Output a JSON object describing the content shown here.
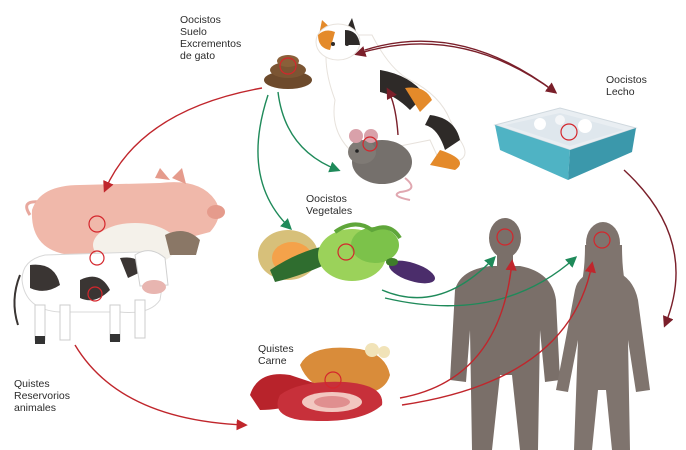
{
  "labels": {
    "cat_feces": [
      "Oocistos",
      "Suelo",
      "Excrementos",
      "de gato"
    ],
    "litter_box": [
      "Oocistos",
      "Lecho"
    ],
    "vegetables": [
      "Oocistos",
      "Vegetales"
    ],
    "animals": [
      "Quistes",
      "Reservorios",
      "animales"
    ],
    "meat": [
      "Quistes",
      "Carne"
    ]
  },
  "colors": {
    "red_arrow": "#c0262c",
    "dark_red_arrow": "#7a1f2a",
    "green_arrow": "#1f8a5a",
    "human": "#7a6f69",
    "marker": "#d4262c"
  },
  "icons": [
    "cat-illustration",
    "rodent-illustration",
    "feces-icon",
    "litter-box-illustration",
    "pig-illustration",
    "sheep-illustration",
    "cow-illustration",
    "vegetables-illustration",
    "meat-illustration",
    "human-male-silhouette",
    "human-female-silhouette"
  ]
}
